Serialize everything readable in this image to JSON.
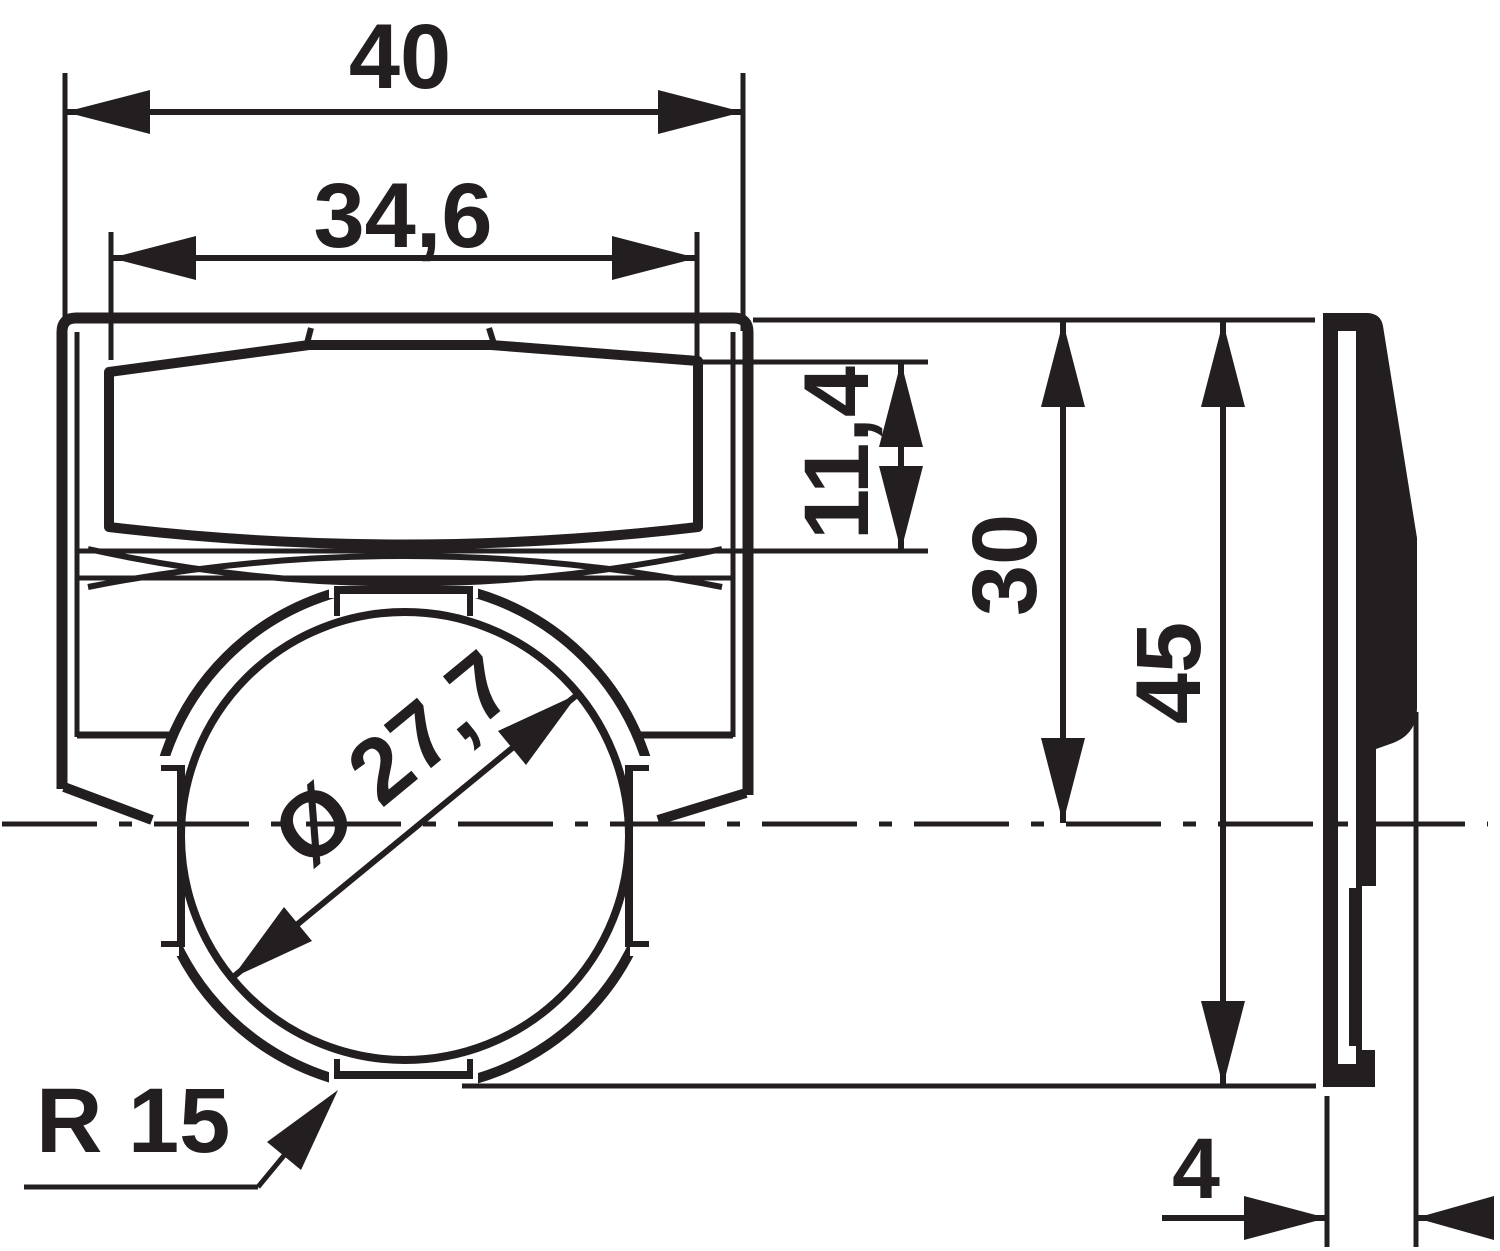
{
  "drawing": {
    "line_color": "#231f20",
    "background_color": "#ffffff",
    "dimensions": {
      "overall_width": "40",
      "window_width": "34,6",
      "rocker_height": "11,4",
      "top_to_centerline": "30",
      "overall_height": "45",
      "bore_diameter": "Ø 27,7",
      "corner_radius": "R 15",
      "panel_thickness": "4"
    }
  }
}
